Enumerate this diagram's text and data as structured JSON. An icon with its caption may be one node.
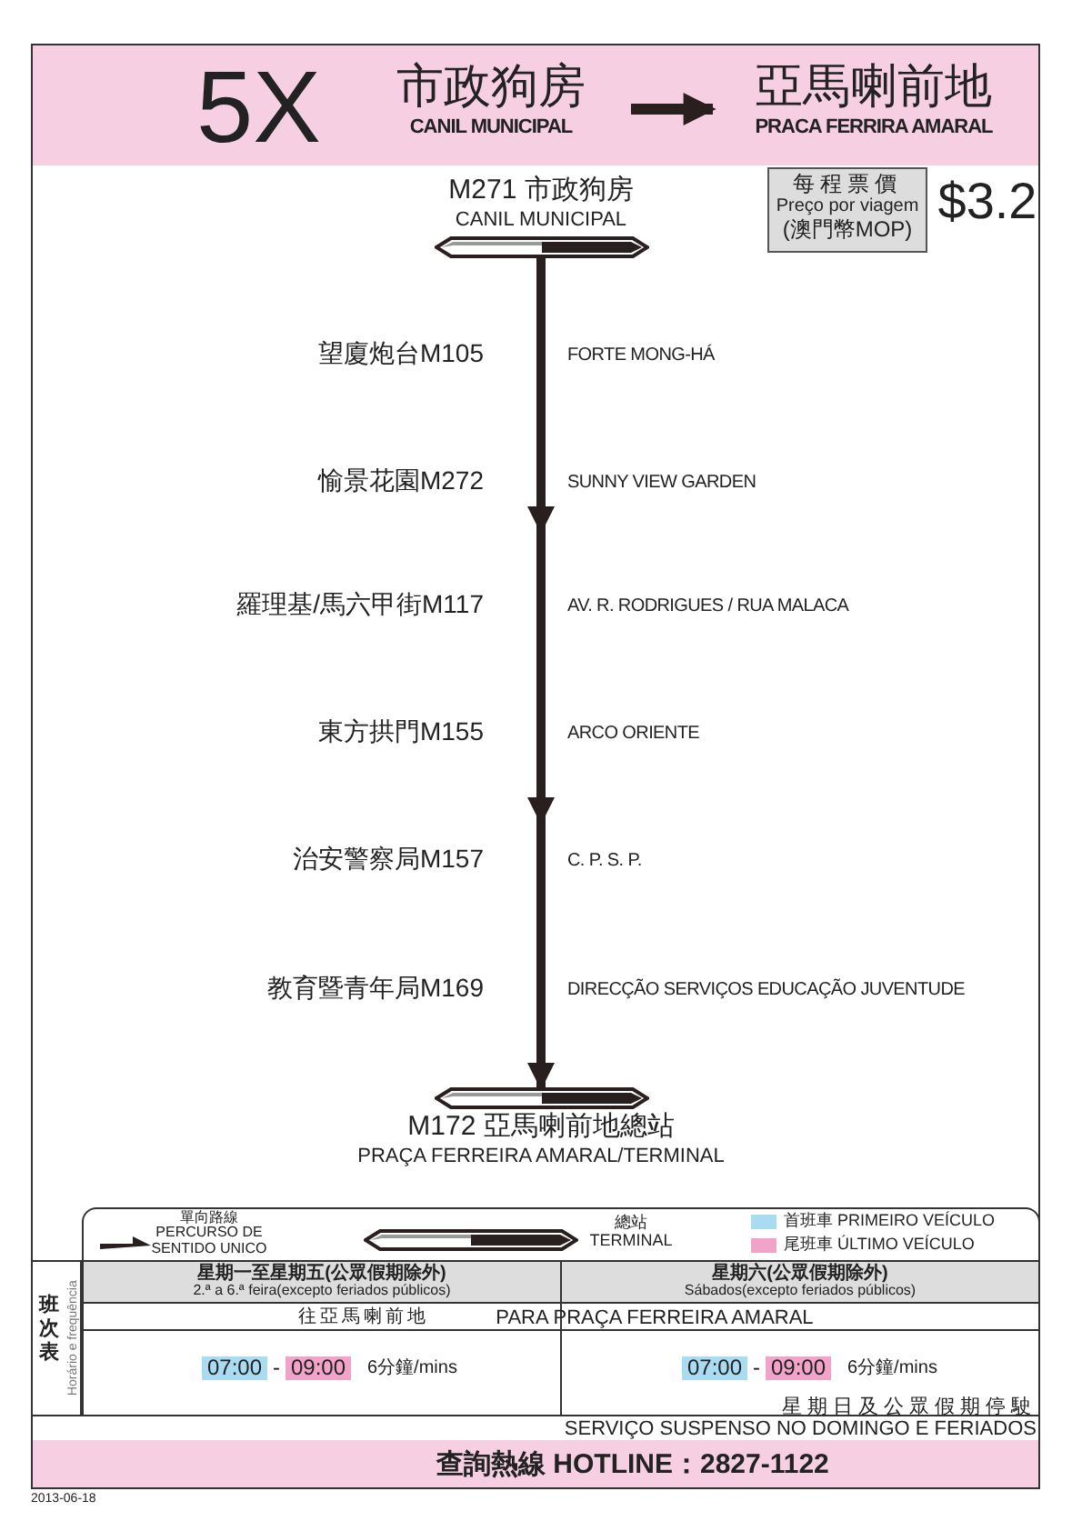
{
  "diagram": {
    "nodes": [
      {
        "text": [
          "M271 市政狗房",
          "CANIL MUNICIPAL"
        ]
      },
      {
        "text": [
          "M172 亞馬喇前地總站",
          "PRAÇA FERREIRA AMARAL/TERMINAL"
        ]
      },
      {
        "text": [
          "市政狗房",
          "CANIL MUNICIPAL"
        ]
      },
      {
        "text": [
          "亞馬喇前地",
          "PRACA FERRIRA AMARAL"
        ]
      }
    ],
    "edges": [
      {
        "from": 0,
        "to": 1,
        "arrow": "to"
      },
      {
        "from": 2,
        "to": 3,
        "arrow": "to"
      }
    ],
    "labels": [
      "5X",
      "每程票價",
      "Preço por viagem",
      "(澳門幣MOP)",
      "$3.2",
      "望廈炮台M105",
      "FORTE MONG-HÁ",
      "愉景花園M272",
      "SUNNY VIEW GARDEN",
      "羅理基/馬六甲街M117",
      "AV. R. RODRIGUES / RUA MALACA",
      "東方拱門M155",
      "ARCO ORIENTE",
      "治安警察局M157",
      "C. P. S. P.",
      "教育暨青年局M169",
      "DIRECÇÃO SERVIÇOS EDUCAÇÃO JUVENTUDE",
      "班次表",
      "Horário e frequência",
      "星期一至星期五(公眾假期除外)",
      "2.ª a 6.ª feira(excepto feriados públicos)",
      "星期六(公眾假期除外)",
      "Sábados(excepto feriados públicos)",
      "往亞馬喇前地",
      "PARA PRAÇA FERREIRA AMARAL",
      "07:00",
      "-",
      "09:00",
      "6分鐘/mins",
      "07:00",
      "-",
      "09:00",
      "6分鐘/mins",
      "星期日及公眾假期停駛",
      "SERVIÇO SUSPENSO NO DOMINGO E FERIADOS",
      "查詢熱線 HOTLINE：2827-1122",
      "2013-06-18"
    ],
    "legend": [
      {
        "text": "單向路線 PERCURSO DE SENTIDO UNICO"
      },
      {
        "text": "總站 TERMINAL"
      },
      {
        "text": "首班車 PRIMEIRO VEÍCULO",
        "color": "#a9dcf2"
      },
      {
        "text": "尾班車 ÚLTIMO VEÍCULO",
        "color": "#f2a3c9"
      }
    ]
  }
}
